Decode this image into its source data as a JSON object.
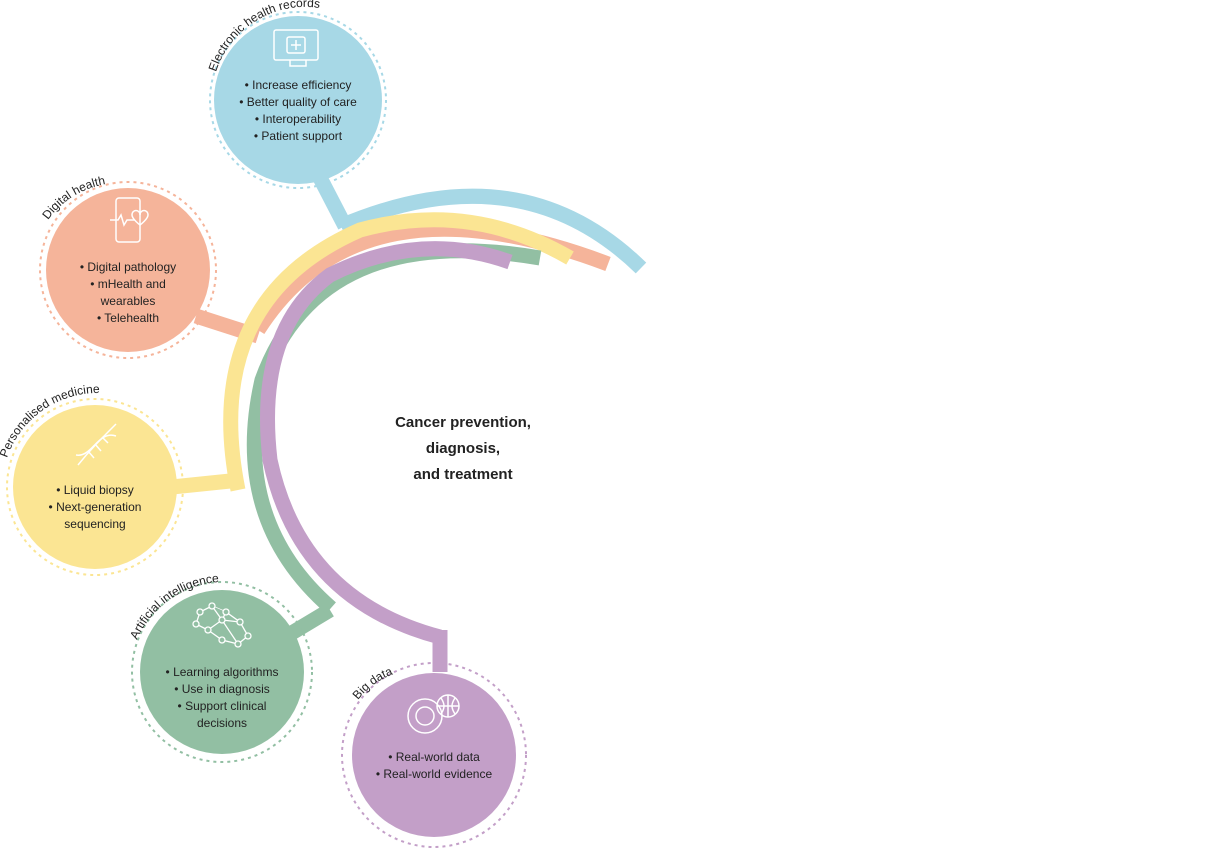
{
  "center": {
    "lines": [
      "Cancer prevention,",
      "diagnosis,",
      "and treatment"
    ]
  },
  "nodes": [
    {
      "id": "ehr",
      "title": "Electronic health records",
      "color": "#a7d8e6",
      "icon": "computer-monitor-icon",
      "items": [
        "• Increase efficiency",
        "• Better quality of care",
        "• Interoperability",
        "• Patient support"
      ]
    },
    {
      "id": "digital",
      "title": "Digital health",
      "color": "#f5b49a",
      "icon": "smartphone-heart-icon",
      "items": [
        "• Digital pathology",
        "• mHealth and",
        "wearables",
        "• Telehealth"
      ]
    },
    {
      "id": "personalised",
      "title": "Personalised medicine",
      "color": "#fbe593",
      "icon": "dna-icon",
      "items": [
        "• Liquid biopsy",
        "• Next-generation",
        "sequencing"
      ]
    },
    {
      "id": "ai",
      "title": "Artificial intelligence",
      "color": "#92bfa3",
      "icon": "neural-network-icon",
      "items": [
        "• Learning algorithms",
        "• Use in diagnosis",
        "• Support clinical",
        "decisions"
      ]
    },
    {
      "id": "bigdata",
      "title": "Big data",
      "color": "#c39fc8",
      "icon": "globe-data-icon",
      "items": [
        "• Real-world data",
        "• Real-world evidence"
      ]
    }
  ]
}
